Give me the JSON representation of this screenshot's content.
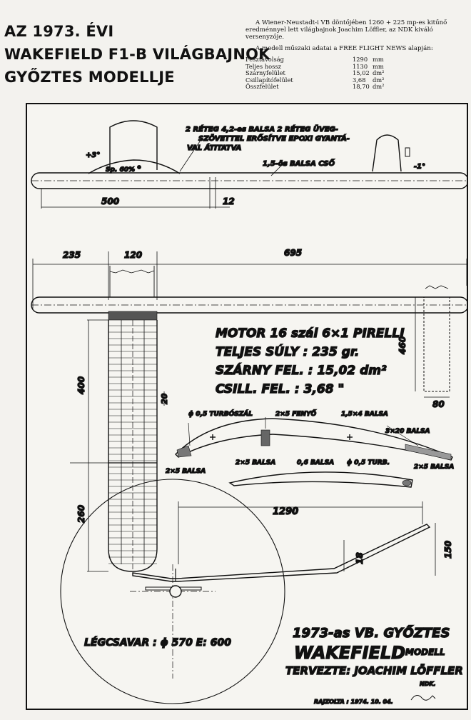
{
  "header": {
    "title_lines": [
      "AZ 1973. ÉVI",
      "WAKEFIELD F1-B VILÁGBAJNOK",
      "GYŐZTES MODELLJE"
    ],
    "intro": "A Wiener-Neustadt-i VB döntőjében 1260 + 225 mp-es kitűnő eredménnyel lett világbajnok Joachim Löffler, az NDK kiváló versenyzője.",
    "source": "A modell műszaki adatai a FREE FLIGHT NEWS alapján:",
    "specs": [
      {
        "label": "Fesztávolság",
        "value": "1290",
        "unit": "mm"
      },
      {
        "label": "Teljes hossz",
        "value": "1130",
        "unit": "mm"
      },
      {
        "label": "Szárnyfelület",
        "value": "15,02",
        "unit": "dm²"
      },
      {
        "label": "Csillapítófelület",
        "value": "3,68",
        "unit": "dm²"
      },
      {
        "label": "Összfelület",
        "value": "18,70",
        "unit": "dm²"
      }
    ]
  },
  "drawing": {
    "notes": {
      "top_note_1": "2 RÉTEG 4,2-es BALSA 2 RÉTEG ÜVEG-",
      "top_note_2": "SZÖVETTEL ERŐSÍTVE EPOXI GYANTÁ-",
      "top_note_3": "VAL ÁTITATVA",
      "tube": "1,5-ös BALSA CSŐ",
      "angle_front": "+3°",
      "angle_rear": "-1°",
      "profile_pct": "Sp. 60%"
    },
    "dims": {
      "d500": "500",
      "d12": "12",
      "d235": "235",
      "d120": "120",
      "d695": "695",
      "d460": "460",
      "d80": "80",
      "d400": "400",
      "d20": "20",
      "d260": "260",
      "d1290": "1290",
      "d18": "18",
      "d150": "150"
    },
    "motor_block": {
      "line1": "MOTOR  16 szál  6×1 PIRELLI",
      "line2": "TELJES SÚLY :  235 gr.",
      "line3": "SZÁRNY FEL. :  15,02 dm²",
      "line4": "CSILL. FEL.   :  3,68  \""
    },
    "section_labels": {
      "turbo_top": "ϕ 0,5 TURBÓSZÁL",
      "spar": "2×5 FENYŐ",
      "balsa15": "1,5×4 BALSA",
      "balsa3x20": "3×20 BALSA",
      "balsa2x5_a": "2×5 BALSA",
      "balsa2x5_b": "2×5 BALSA",
      "balsa06": "0,6 BALSA",
      "turbo_bottom": "ϕ 0,5 TURB.",
      "balsa2x5_c": "2×5 BALSA"
    },
    "prop": "LÉGCSAVAR :  ϕ 570  E: 600",
    "title_block": {
      "line1": "1973-as VB. GYŐZTES",
      "line2": "WAKEFIELD",
      "line2b": "MODELL",
      "line3": "TERVEZTE:  JOACHIM  LÖFFLER",
      "line4": "NDK.",
      "drawn": "RAJZOLTA : 1974. 10. 04."
    }
  }
}
